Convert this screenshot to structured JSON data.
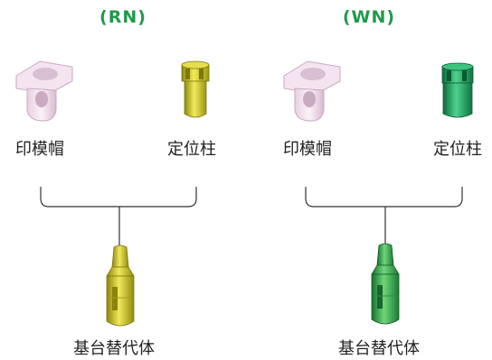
{
  "groups": [
    {
      "title": "(RN)",
      "left_label": "印模帽",
      "right_label": "定位柱",
      "bottom_label": "基台替代体",
      "colors": {
        "cap": "#f0d8ea",
        "post": "#d8cf2a",
        "analog": "#d2c830"
      }
    },
    {
      "title": "(WN)",
      "left_label": "印模帽",
      "right_label": "定位柱",
      "bottom_label": "基台替代体",
      "colors": {
        "cap": "#f0d8ea",
        "post": "#1fae6a",
        "analog": "#2ea84a"
      }
    }
  ],
  "icons": {
    "cap": "impression-cap-icon",
    "post": "positioning-post-icon",
    "analog": "abutment-analog-icon"
  },
  "accent_color": "#1f9a4a"
}
